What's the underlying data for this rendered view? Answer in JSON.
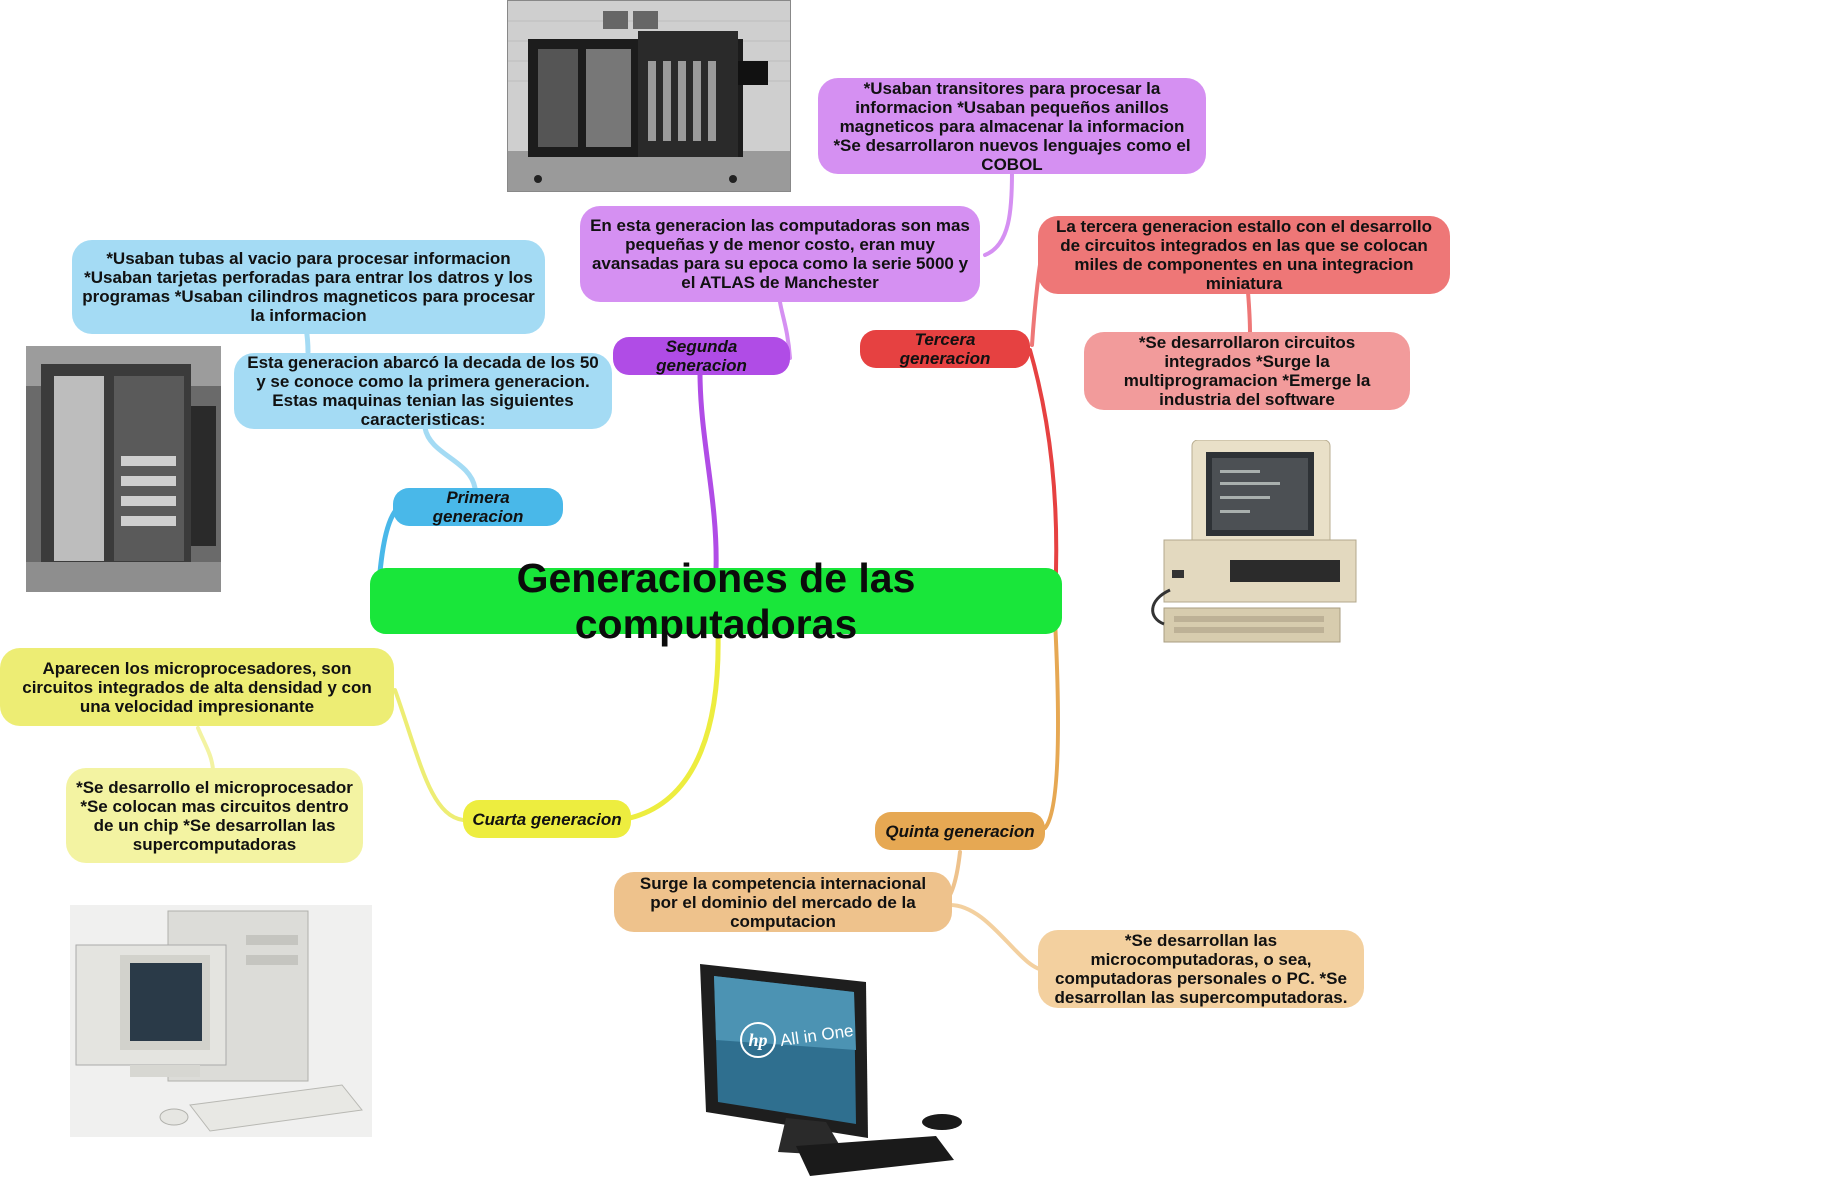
{
  "central": {
    "title": "Generaciones de las computadoras",
    "color": "#19e63a"
  },
  "branches": [
    {
      "label": "Primera generacion",
      "color": "#49b8e9"
    },
    {
      "label": "Segunda generacion",
      "color": "#b04ce6"
    },
    {
      "label": "Tercera generacion",
      "color": "#e64141"
    },
    {
      "label": "Cuarta generacion",
      "color": "#eded3f"
    },
    {
      "label": "Quinta generacion",
      "color": "#e6a853"
    }
  ],
  "notes": {
    "first_a": "Esta generacion abarcó la decada de los 50 y se conoce como la primera generacion. Estas maquinas tenian las siguientes caracteristicas:",
    "first_b": "*Usaban tubas al vacio para procesar informacion *Usaban tarjetas perforadas para entrar los datros y los programas *Usaban cilindros magneticos para procesar la informacion",
    "second_a": "En esta generacion las computadoras son mas pequeñas y de menor costo, eran muy avansadas para su epoca como la serie 5000 y el ATLAS de Manchester",
    "second_b": "*Usaban transitores para procesar la informacion *Usaban pequeños anillos magneticos para almacenar la informacion *Se desarrollaron nuevos lenguajes como el COBOL",
    "third_a": "La tercera generacion estallo con el desarrollo de circuitos integrados en las que se colocan miles de componentes en una integracion miniatura",
    "third_b": "*Se desarrollaron circuitos integrados *Surge la multiprogramacion *Emerge la industria del software",
    "fourth_a": "Aparecen los microprocesadores, son circuitos integrados de alta densidad y con una velocidad impresionante",
    "fourth_b": "*Se desarrollo el microprocesador *Se colocan mas circuitos dentro de un chip *Se desarrollan las supercomputadoras",
    "fifth_a": "Surge la competencia internacional por el dominio del mercado de la computacion",
    "fifth_b": "*Se desarrollan las microcomputadoras, o sea, computadoras personales o PC. *Se desarrollan las supercomputadoras."
  },
  "photos": {
    "hp_logo": "hp",
    "hp_text": "All in One"
  },
  "colors": {
    "light_blue": "#a4dbf4",
    "light_purple": "#d590f2",
    "light_red": "#ee7777",
    "light_pink": "#f29b9b",
    "light_yellow": "#eded74",
    "pale_yellow": "#f3f3a2",
    "light_orange": "#eec28c",
    "pale_orange": "#f3d09f"
  }
}
